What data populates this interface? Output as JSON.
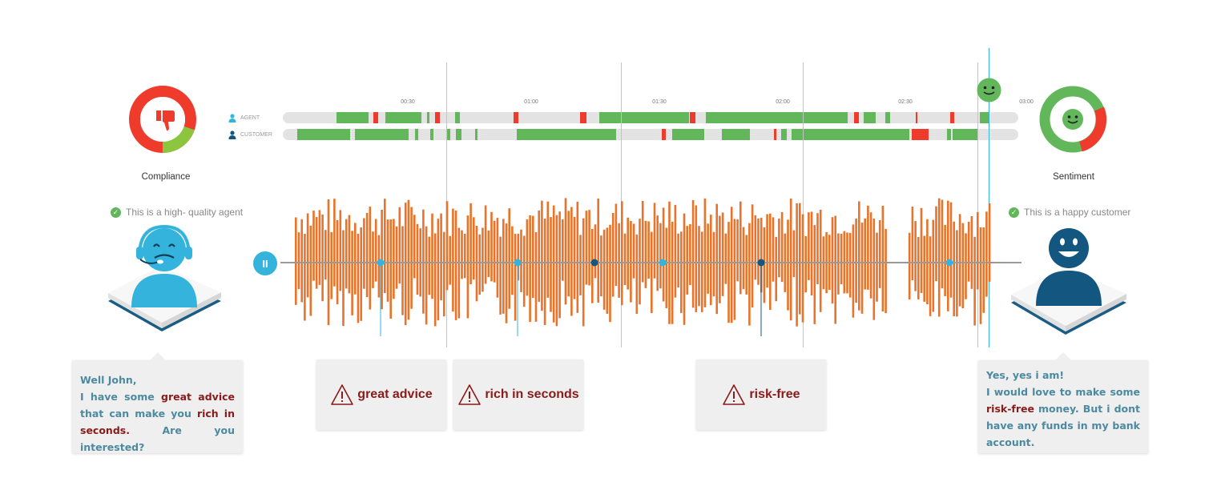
{
  "compliance": {
    "label": "Compliance",
    "status_text": "This is a high- quality agent",
    "icon": "thumbs-down-icon",
    "score": 0.22
  },
  "sentiment": {
    "label": "Sentiment",
    "status_text": "This is a happy customer",
    "icon": "smiley-icon",
    "score": 0.7
  },
  "timeline": {
    "legend_agent": "AGENT",
    "legend_customer": "CUSTOMER",
    "ticks": [
      "00:30",
      "01:00",
      "01:30",
      "02:00",
      "02:30",
      "03:00"
    ]
  },
  "player": {
    "pause_label": "II"
  },
  "agent_speech": {
    "line1": "Well John,",
    "p1": "I have some ",
    "h1": "great advice",
    "p2": " that can make you ",
    "h2": "rich in seconds.",
    "p3": " Are you interested?"
  },
  "customer_speech": {
    "line1": "Yes, yes i am!",
    "p1": "I would love to make some ",
    "h1": "risk-free",
    "p2": " money. But i dont have any funds in my bank account."
  },
  "alerts": [
    "great advice",
    "rich in seconds",
    "risk-free"
  ],
  "colors": {
    "green": "#62b75b",
    "red": "#ef3b2c",
    "orange": "#e8732a",
    "blue": "#34b4dc",
    "navy": "#135680",
    "teal_text": "#4b8aa0",
    "alert_text": "#8b1a1a"
  }
}
